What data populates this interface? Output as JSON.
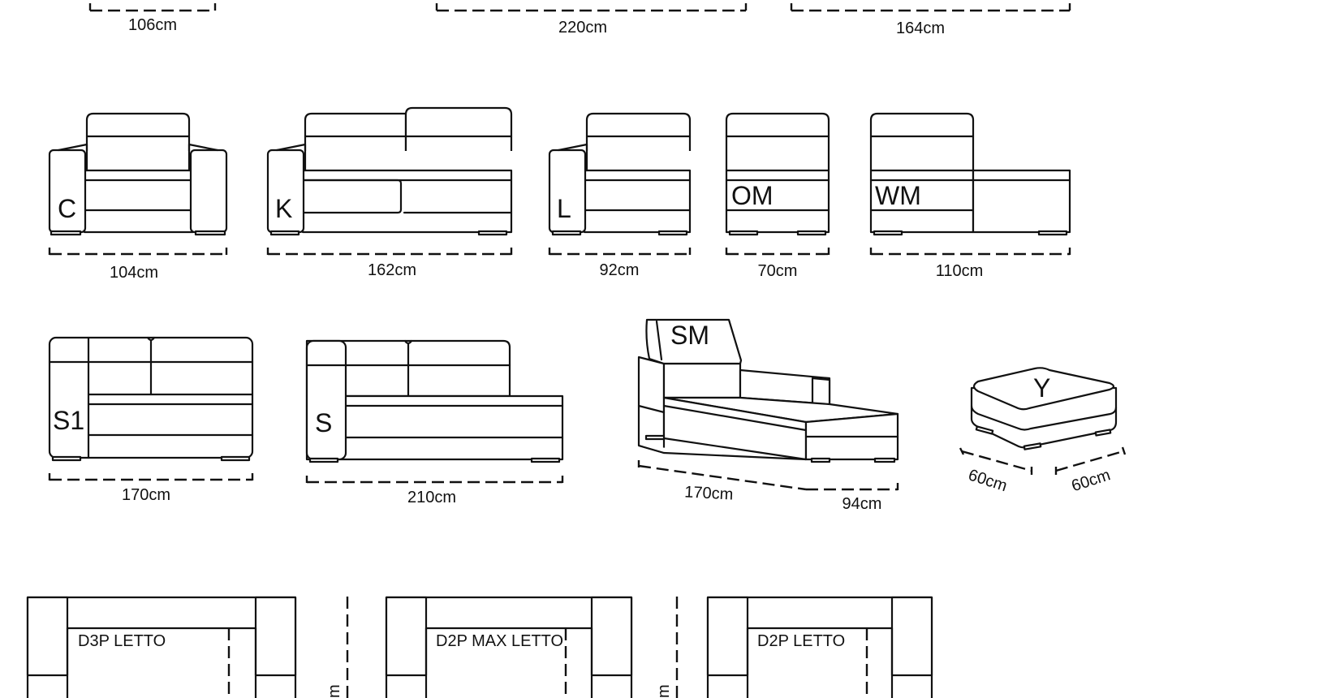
{
  "top_dimensions": [
    "106cm",
    "220cm",
    "164cm"
  ],
  "modules_row1": [
    {
      "code": "C",
      "width": "104cm"
    },
    {
      "code": "K",
      "width": "162cm"
    },
    {
      "code": "L",
      "width": "92cm"
    },
    {
      "code": "OM",
      "width": "70cm"
    },
    {
      "code": "WM",
      "width": "110cm"
    }
  ],
  "modules_row2": [
    {
      "code": "S1",
      "width": "170cm"
    },
    {
      "code": "S",
      "width": "210cm"
    },
    {
      "code": "SM",
      "length": "170cm",
      "depth": "94cm"
    },
    {
      "code": "Y",
      "width": "60cm",
      "depth": "60cm"
    }
  ],
  "bed_modules": [
    "D3P LETTO",
    "D2P MAX LETTO",
    "D2P LETTO"
  ],
  "partial_vertical_labels": [
    "m",
    "m"
  ]
}
